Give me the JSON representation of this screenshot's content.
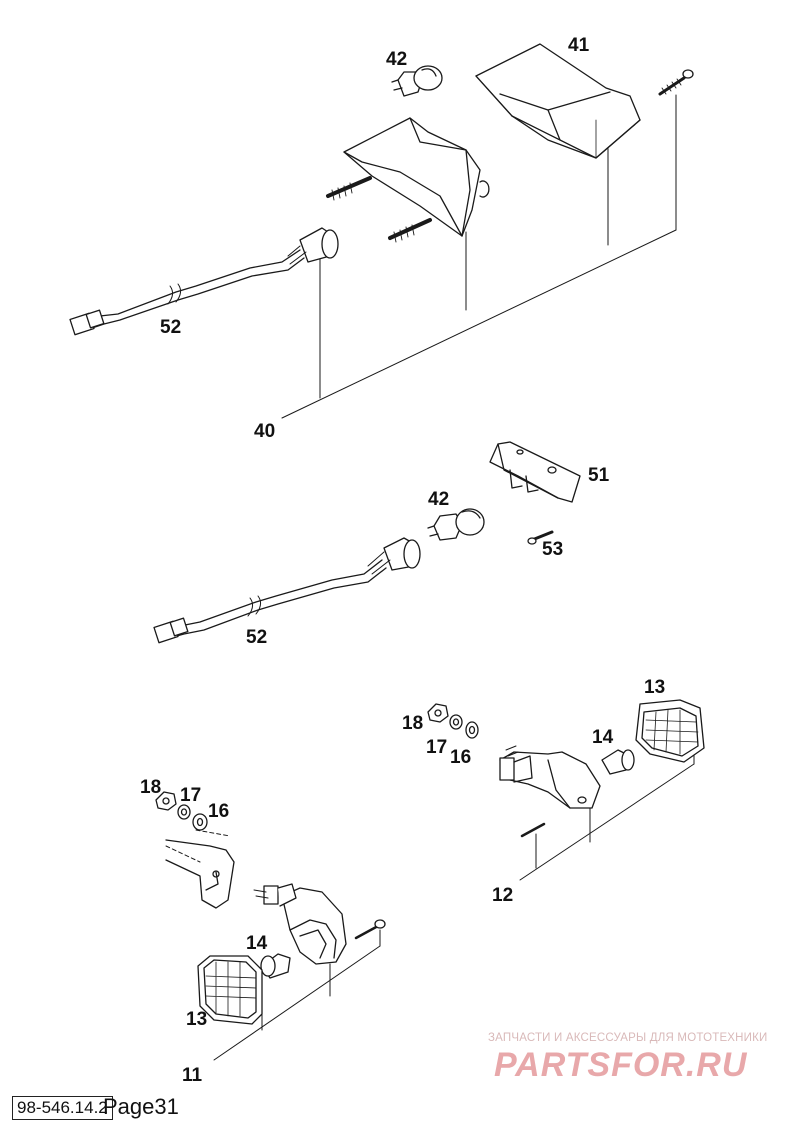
{
  "labels": {
    "c42a": "42",
    "c41": "41",
    "c52a": "52",
    "c40": "40",
    "c42b": "42",
    "c51": "51",
    "c53": "53",
    "c52b": "52",
    "c13a": "13",
    "c18a": "18",
    "c17a": "17",
    "c16a": "16",
    "c14a": "14",
    "c12": "12",
    "c18b": "18",
    "c17b": "17",
    "c16b": "16",
    "c14b": "14",
    "c13b": "13",
    "c11": "11"
  },
  "watermark": {
    "caption": "ЗАПЧАСТИ И АКСЕССУАРЫ ДЛЯ МОТОТЕХНИКИ",
    "brand": "PARTSFOR.RU"
  },
  "footer": {
    "doc_number": "98-546.14.2",
    "page": "Page31"
  },
  "colors": {
    "ink": "#1a1a1a",
    "brand": "#e8a8aa",
    "background": "#ffffff"
  }
}
